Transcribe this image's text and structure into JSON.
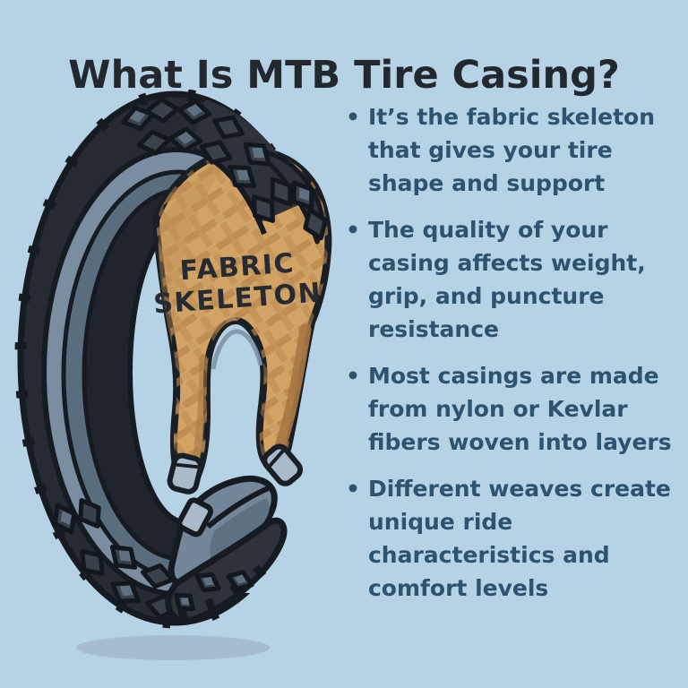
{
  "title": "What Is MTB Tire Casing?",
  "illustration": {
    "label_line1": "FABRIC",
    "label_line2": "SKELETON"
  },
  "ui": {
    "bullet_marker": "•"
  },
  "bullets": [
    {
      "lines": [
        "It’s the fabric skeleton",
        "that gives your tire",
        "shape and support"
      ]
    },
    {
      "lines": [
        "The quality of your",
        "casing affects weight,",
        "grip, and puncture",
        "resistance"
      ]
    },
    {
      "lines": [
        "Most casings are made",
        "from nylon or Kevlar",
        "fibers woven into layers"
      ]
    },
    {
      "lines": [
        "Different weaves create",
        "unique ride",
        "characteristics and",
        "comfort levels"
      ]
    }
  ],
  "colors": {
    "background": "#b6d3e6",
    "title_text": "#23282f",
    "bullet_text": "#2e536f",
    "fabric_tan": "#d3a366",
    "weave_line": "#b5854c",
    "tire_dark": "#2e333a",
    "tire_outline": "#161b21",
    "sidewall_light": "#7b8ea1",
    "sidewall_dark": "#5a6d7f",
    "bead_gray": "#a9bbca",
    "shadow": "#9cb1c1"
  }
}
